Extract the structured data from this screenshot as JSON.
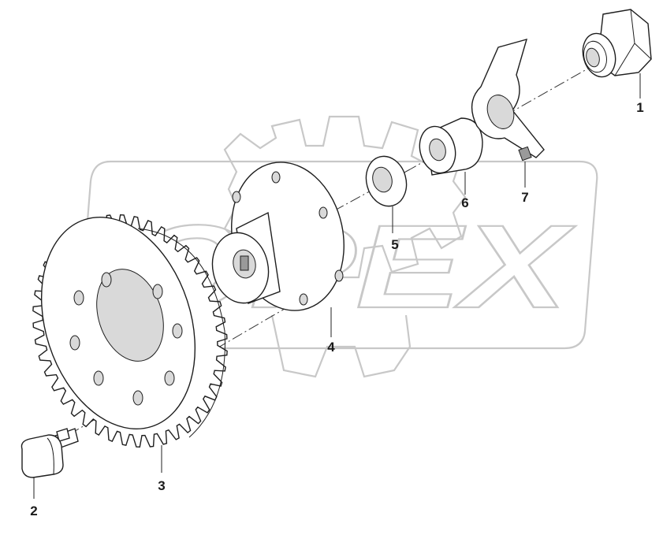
{
  "watermark": {
    "text": "OPEX"
  },
  "callouts": {
    "c1": "1",
    "c2": "2",
    "c3": "3",
    "c4": "4",
    "c5": "5",
    "c6": "6",
    "c7": "7"
  },
  "colors": {
    "line": "#1e1e1e",
    "watermark": "#c8c8c8",
    "shade": "#d9d9d9"
  }
}
